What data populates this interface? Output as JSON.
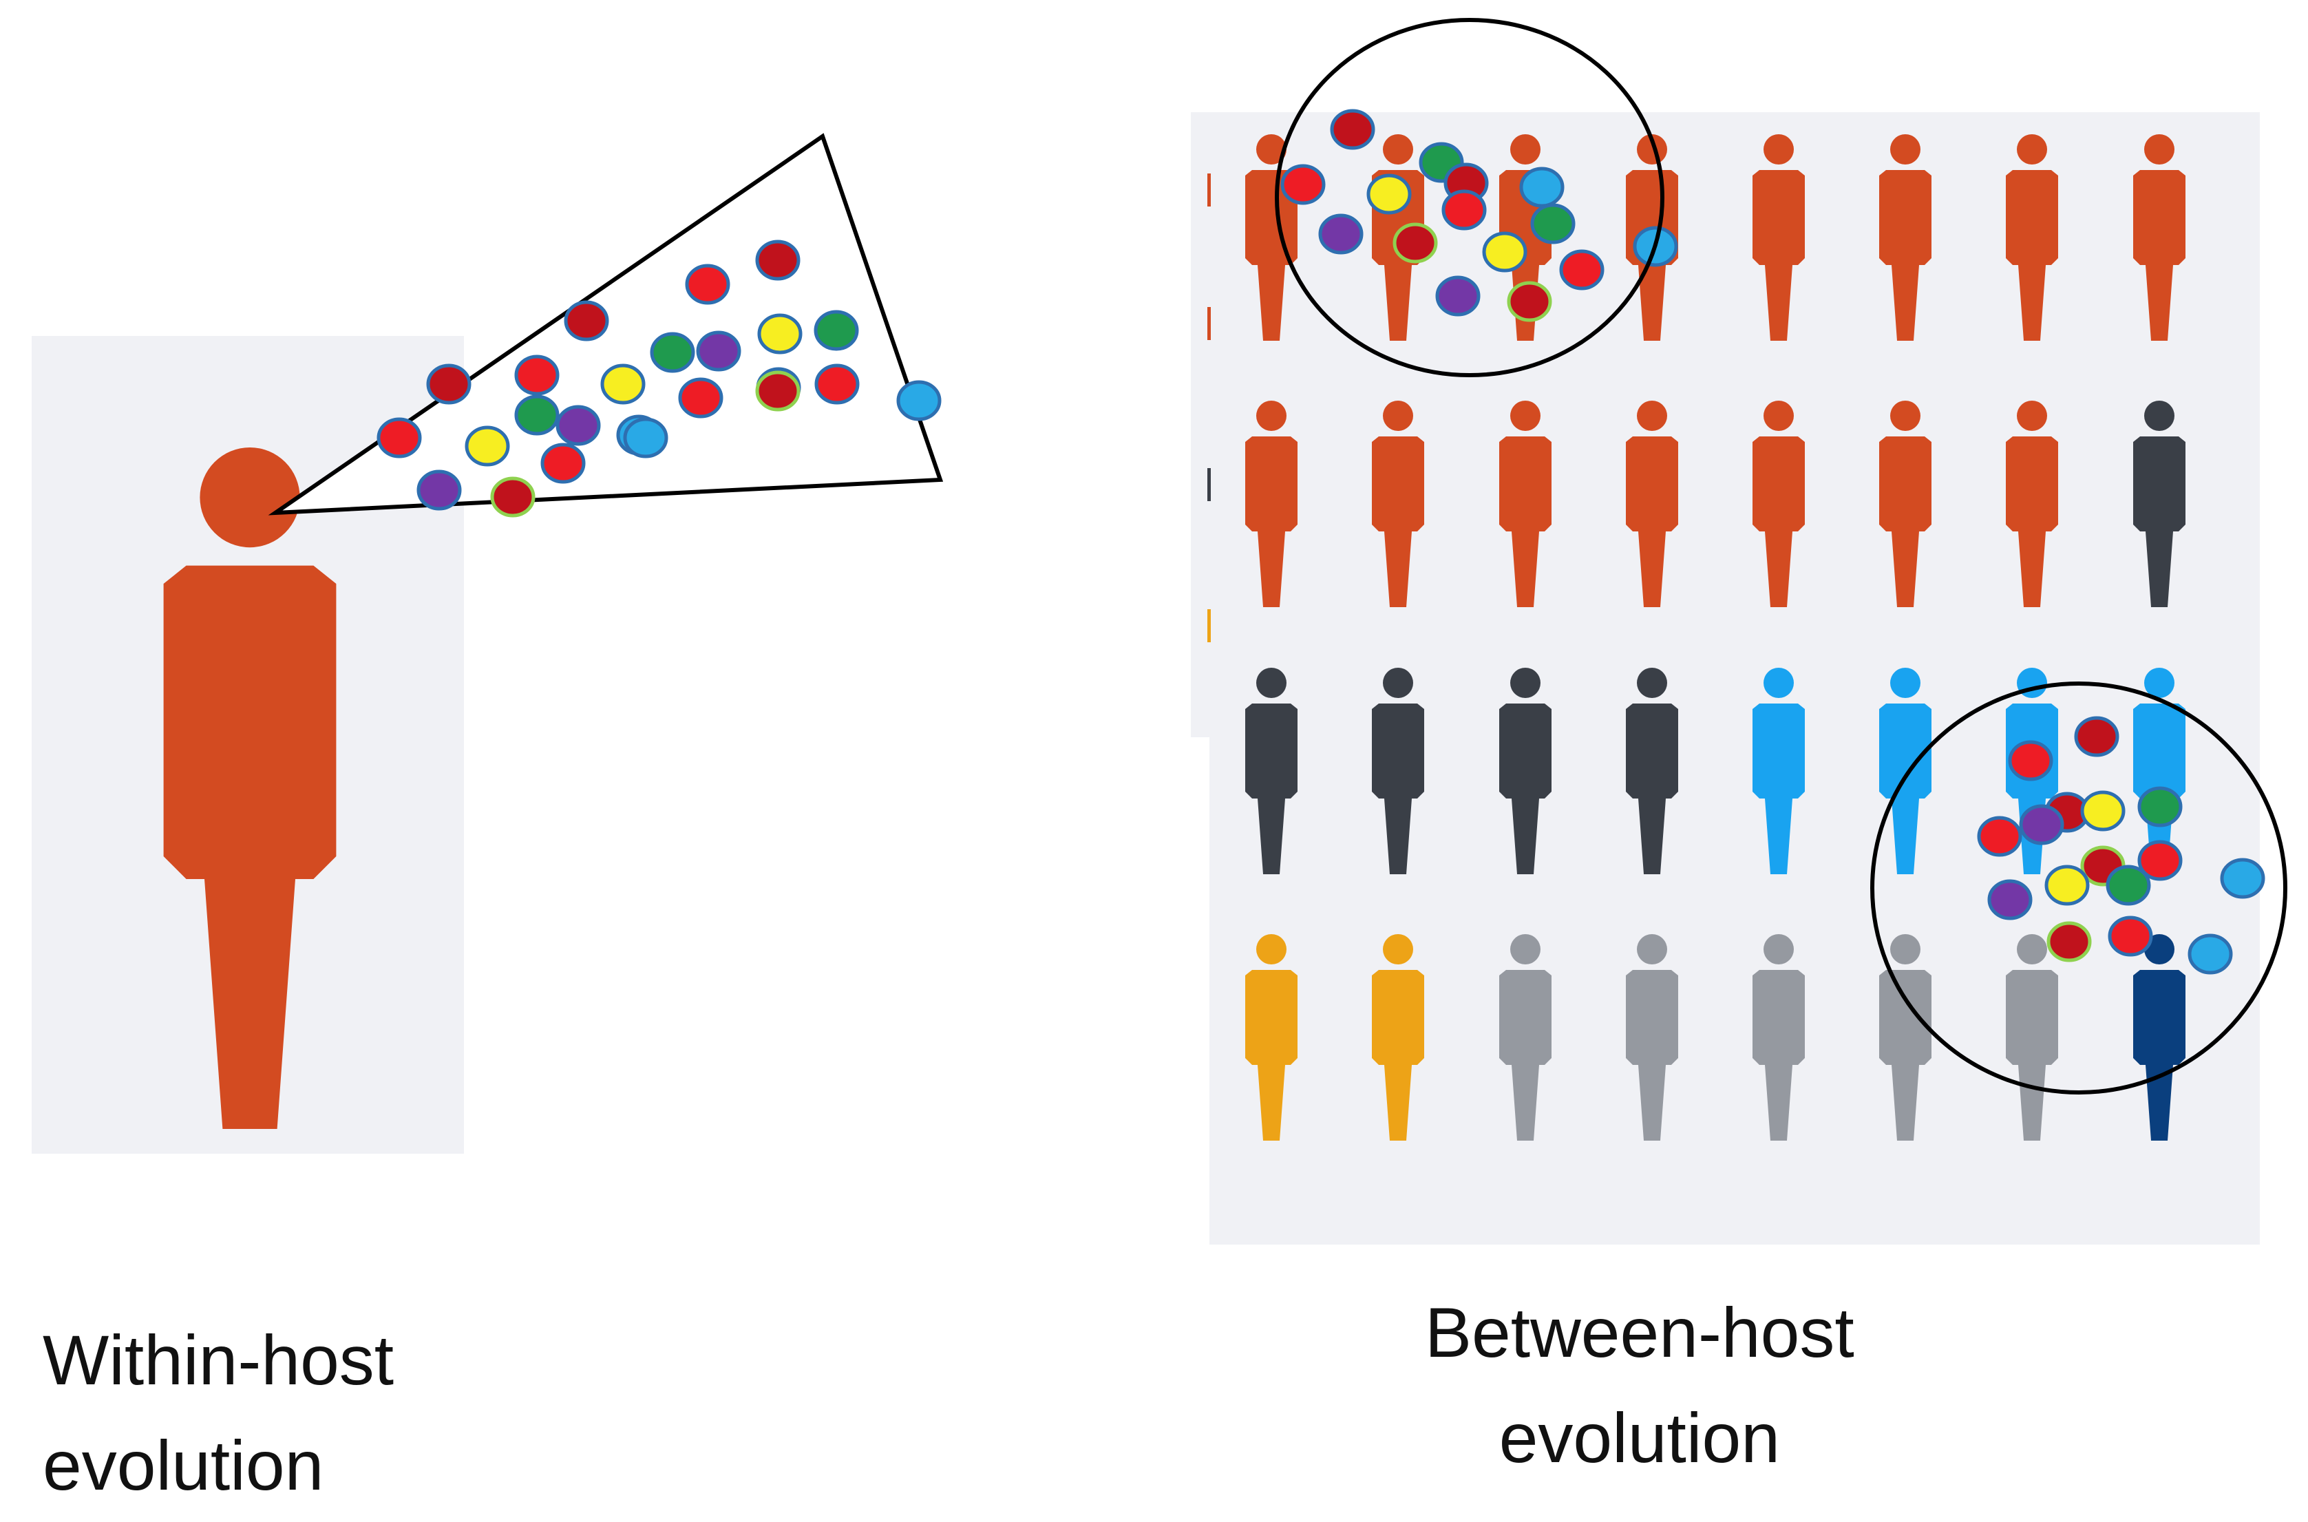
{
  "captions": {
    "within_line1": "Within-host",
    "within_line2": "evolution",
    "between_line1": "Between-host",
    "between_line2": "evolution"
  },
  "colors": {
    "panel_bg": "#f0f1f5",
    "host_orange": "#d34b21",
    "host_dark": "#3a3f47",
    "host_lightblue": "#19a3f0",
    "host_gold": "#eda317",
    "host_grey": "#9599a0",
    "host_navy": "#0a3f7e",
    "variant_red": "#ee1c25",
    "variant_darkred": "#c0121c",
    "variant_yellow": "#f7ee21",
    "variant_green": "#1f9a4e",
    "variant_purple": "#7337a6",
    "variant_blue": "#29a9e6",
    "outline": "#000000"
  },
  "host_grid": {
    "rows": [
      [
        "orange",
        "orange",
        "orange",
        "orange",
        "orange",
        "orange",
        "orange",
        "orange"
      ],
      [
        "orange",
        "orange",
        "orange",
        "orange",
        "orange",
        "orange",
        "orange",
        "dark"
      ],
      [
        "dark",
        "dark",
        "dark",
        "dark",
        "lightblue",
        "lightblue",
        "lightblue",
        "lightblue"
      ],
      [
        "gold",
        "gold",
        "grey",
        "grey",
        "grey",
        "grey",
        "grey",
        "navy"
      ]
    ]
  },
  "icons": {
    "single_host": "person-icon",
    "host_population": "person-icon",
    "variant": "virus-particle-icon",
    "sampling_cone": "sampling-cone-icon",
    "transmission_circle": "cluster-circle-icon"
  }
}
